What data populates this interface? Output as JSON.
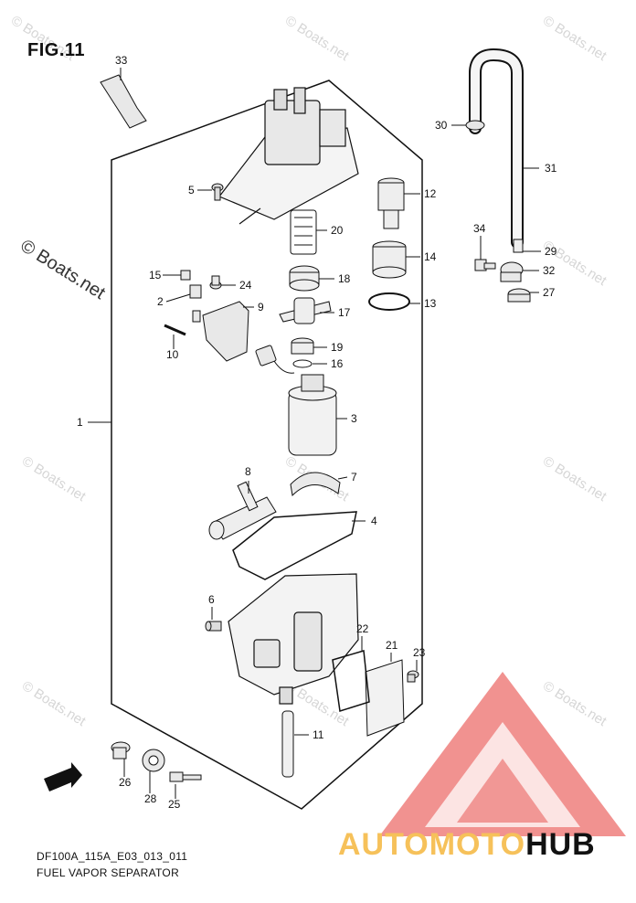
{
  "figure": {
    "title": "FIG.11",
    "code": "DF100A_115A_E03_013_011",
    "caption": "FUEL VAPOR SEPARATOR"
  },
  "watermark": {
    "small": "© Boats.net",
    "large": "© Boats.net"
  },
  "brand": {
    "part1": "AUTOMOTO",
    "part2": "HUB",
    "accent_color": "#f6c15a",
    "triangle_color": "#e53935"
  },
  "callouts": [
    {
      "num": "1"
    },
    {
      "num": "2"
    },
    {
      "num": "3"
    },
    {
      "num": "4"
    },
    {
      "num": "5"
    },
    {
      "num": "6"
    },
    {
      "num": "7"
    },
    {
      "num": "8"
    },
    {
      "num": "9"
    },
    {
      "num": "10"
    },
    {
      "num": "11"
    },
    {
      "num": "12"
    },
    {
      "num": "13"
    },
    {
      "num": "14"
    },
    {
      "num": "15"
    },
    {
      "num": "16"
    },
    {
      "num": "17"
    },
    {
      "num": "18"
    },
    {
      "num": "19"
    },
    {
      "num": "20"
    },
    {
      "num": "21"
    },
    {
      "num": "22"
    },
    {
      "num": "23"
    },
    {
      "num": "24"
    },
    {
      "num": "25"
    },
    {
      "num": "26"
    },
    {
      "num": "27"
    },
    {
      "num": "28"
    },
    {
      "num": "29"
    },
    {
      "num": "30"
    },
    {
      "num": "31"
    },
    {
      "num": "32"
    },
    {
      "num": "33"
    },
    {
      "num": "34"
    }
  ]
}
